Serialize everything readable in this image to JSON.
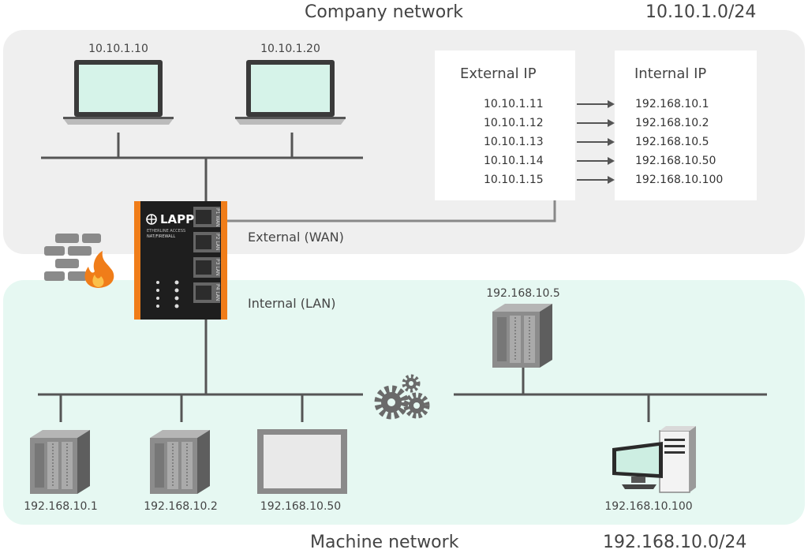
{
  "company": {
    "title": "Company network",
    "subnet": "10.10.1.0/24"
  },
  "machine": {
    "title": "Machine network",
    "subnet": "192.168.10.0/24"
  },
  "laptops": [
    "10.10.1.10",
    "10.10.1.20"
  ],
  "nat": {
    "external_header": "External IP",
    "internal_header": "Internal IP",
    "rows": [
      {
        "external": "10.10.1.11",
        "internal": "192.168.10.1"
      },
      {
        "external": "10.10.1.12",
        "internal": "192.168.10.2"
      },
      {
        "external": "10.10.1.13",
        "internal": "192.168.10.5"
      },
      {
        "external": "10.10.1.14",
        "internal": "192.168.10.50"
      },
      {
        "external": "10.10.1.15",
        "internal": "192.168.10.100"
      }
    ]
  },
  "router": {
    "brand": "LAPP",
    "model_line1": "ETHERLINE ACCESS",
    "model_line2": "NAT/FIREWALL",
    "ports": [
      "P1 WAN",
      "P2 LAN",
      "P3 LAN",
      "P4 LAN"
    ]
  },
  "segments": {
    "wan": "External (WAN)",
    "lan": "Internal (LAN)"
  },
  "devices": {
    "plc_top": "192.168.10.5",
    "plc1": "192.168.10.1",
    "plc2": "192.168.10.2",
    "hmi": "192.168.10.50",
    "pc": "192.168.10.100"
  },
  "colors": {
    "company_zone": "#efefef",
    "machine_zone": "#e6f8f2",
    "router_orange": "#f07d19",
    "screen_green": "#cdeee2",
    "wire": "#555555"
  },
  "icons": [
    "laptop-icon",
    "firewall-icon",
    "gear-icon",
    "plc-icon",
    "hmi-panel-icon",
    "desktop-pc-icon",
    "arrow-right-icon"
  ]
}
